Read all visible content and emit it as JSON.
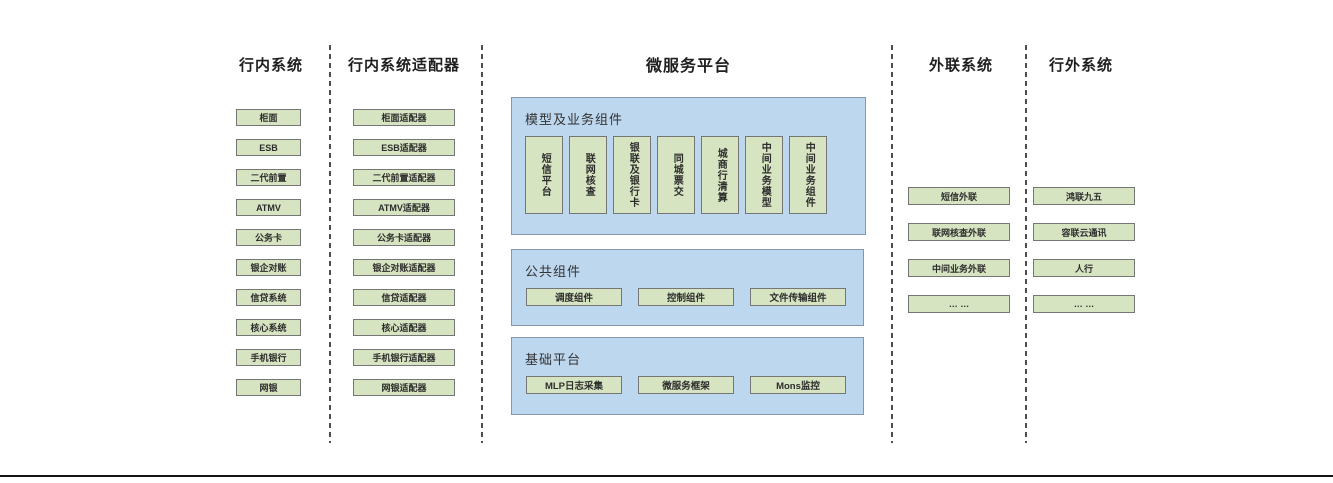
{
  "colors": {
    "green_fill": "#d7e4c1",
    "green_border": "#767676",
    "blue_fill": "#bdd7ee",
    "blue_border": "#8497ad"
  },
  "columns": {
    "internal_systems": {
      "title": "行内系统",
      "items": [
        "柜面",
        "ESB",
        "二代前置",
        "ATMV",
        "公务卡",
        "银企对账",
        "信贷系统",
        "核心系统",
        "手机银行",
        "网银"
      ]
    },
    "internal_adapters": {
      "title": "行内系统适配器",
      "items": [
        "柜面适配器",
        "ESB适配器",
        "二代前置适配器",
        "ATMV适配器",
        "公务卡适配器",
        "银企对账适配器",
        "信贷适配器",
        "核心适配器",
        "手机银行适配器",
        "网银适配器"
      ]
    },
    "microservice_platform": {
      "title": "微服务平台",
      "panels": [
        {
          "title": "模型及业务组件",
          "items": [
            "短信平台",
            "联网核查",
            "银联及银行卡",
            "同城票交",
            "城商行清算",
            "中间业务模型",
            "中间业务组件"
          ]
        },
        {
          "title": "公共组件",
          "items": [
            "调度组件",
            "控制组件",
            "文件传输组件"
          ]
        },
        {
          "title": "基础平台",
          "items": [
            "MLP日志采集",
            "微服务框架",
            "Mons监控"
          ]
        }
      ]
    },
    "external_link_systems": {
      "title": "外联系统",
      "items": [
        "短信外联",
        "联网核查外联",
        "中间业务外联",
        "… …"
      ]
    },
    "outside_systems": {
      "title": "行外系统",
      "items": [
        "鸿联九五",
        "容联云通讯",
        "人行",
        "… …"
      ]
    }
  }
}
